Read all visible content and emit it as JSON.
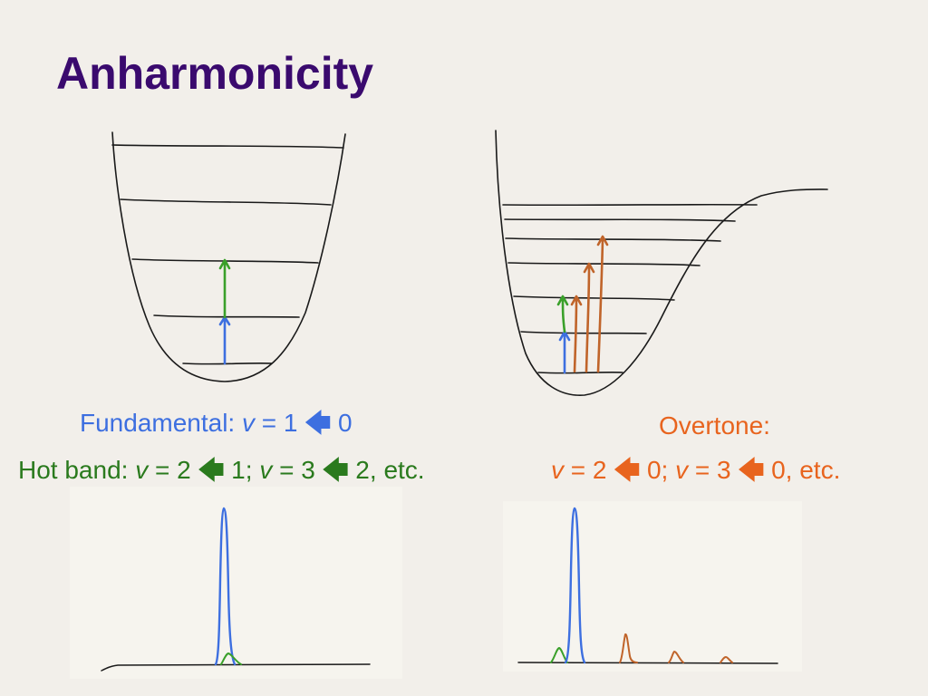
{
  "title": "Anharmonicity",
  "fundamental": {
    "prefix": "Fundamental: ",
    "v": "v",
    "eq": " = 1 ",
    "arrow": "🡄",
    "tail": " 0"
  },
  "hot_band": {
    "prefix": "Hot band: ",
    "v1": "v",
    "part1": " = 2 ",
    "arrow1": "🡄",
    "part2": " 1; ",
    "v2": "v",
    "part3": " = 3 ",
    "arrow2": "🡄",
    "part4": " 2, etc."
  },
  "overtone": {
    "line1": "Overtone:",
    "v1": "v",
    "part1": " = 2 ",
    "arrow1": "🡄",
    "part2": " 0; ",
    "v2": "v",
    "part3": " = 3 ",
    "arrow2": "🡄",
    "part4": " 0, etc."
  },
  "colors": {
    "title": "#3a0a6e",
    "fundamental": "#3d6fe0",
    "hot_band": "#2a7a1d",
    "overtone": "#e8641e",
    "ink": "#1a1a1a"
  },
  "spectra": {
    "left_peaks": [
      "fundamental",
      "hot-band"
    ],
    "right_peaks": [
      "hot-band",
      "fundamental",
      "overtone-1",
      "overtone-2",
      "overtone-3"
    ]
  }
}
